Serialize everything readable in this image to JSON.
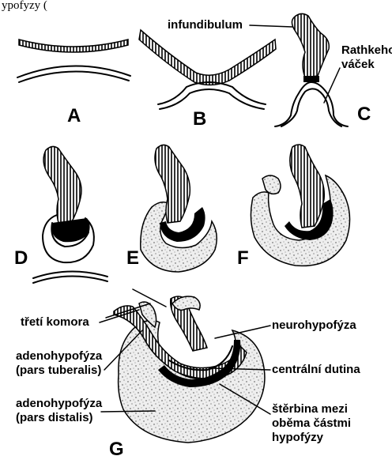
{
  "top_fragment": "ypofyzy (",
  "panels": [
    "A",
    "B",
    "C",
    "D",
    "E",
    "F",
    "G"
  ],
  "labels": {
    "infundibulum": "infundibulum",
    "rathke_line1": "Rathkeho",
    "rathke_line2": "váček",
    "tretí_komora": "třetí komora",
    "neurohypofyza": "neurohypofýza",
    "adeno_tub_line1": "adenohypofýza",
    "adeno_tub_line2": "(pars tuberalis)",
    "centralni_dutina": "centrální dutina",
    "adeno_dist_line1": "adenohypofýza",
    "adeno_dist_line2": "(pars distalis)",
    "sterbina_line1": "štěrbina mezi",
    "sterbina_line2": "oběma částmi",
    "sterbina_line3": "hypofýzy"
  }
}
